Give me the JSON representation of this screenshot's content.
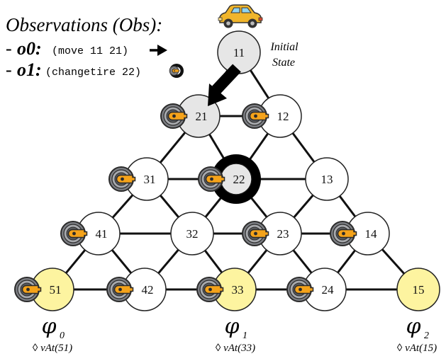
{
  "observations": {
    "title": "Observations (Obs):",
    "items": [
      {
        "dash": "-",
        "key": "o0:",
        "command": "(move 11 21)",
        "icon": "arrow-right-icon"
      },
      {
        "dash": "-",
        "key": "o1:",
        "command": "(changetire 22)",
        "icon": "spare-tire-icon"
      }
    ]
  },
  "initial_state": {
    "line1": "Initial",
    "line2": "State",
    "icon": "car-icon"
  },
  "nodes": [
    {
      "id": "11",
      "fill": "#e6e6e6",
      "tire": false
    },
    {
      "id": "21",
      "fill": "#e6e6e6",
      "tire": true
    },
    {
      "id": "12",
      "fill": "#ffffff",
      "tire": true
    },
    {
      "id": "31",
      "fill": "#ffffff",
      "tire": true
    },
    {
      "id": "22",
      "fill": "#e6e6e6",
      "tire": true,
      "highlight": true
    },
    {
      "id": "13",
      "fill": "#ffffff",
      "tire": false
    },
    {
      "id": "41",
      "fill": "#ffffff",
      "tire": true
    },
    {
      "id": "32",
      "fill": "#ffffff",
      "tire": false
    },
    {
      "id": "23",
      "fill": "#ffffff",
      "tire": true
    },
    {
      "id": "14",
      "fill": "#ffffff",
      "tire": true
    },
    {
      "id": "51",
      "fill": "#fdf4a0",
      "tire": true
    },
    {
      "id": "42",
      "fill": "#ffffff",
      "tire": true
    },
    {
      "id": "33",
      "fill": "#fdf4a0",
      "tire": true
    },
    {
      "id": "24",
      "fill": "#ffffff",
      "tire": true
    },
    {
      "id": "15",
      "fill": "#fdf4a0",
      "tire": false
    }
  ],
  "edges": [
    [
      "11",
      "21"
    ],
    [
      "11",
      "12"
    ],
    [
      "21",
      "12"
    ],
    [
      "21",
      "31"
    ],
    [
      "21",
      "22"
    ],
    [
      "12",
      "22"
    ],
    [
      "12",
      "13"
    ],
    [
      "31",
      "22"
    ],
    [
      "22",
      "13"
    ],
    [
      "31",
      "41"
    ],
    [
      "31",
      "32"
    ],
    [
      "22",
      "32"
    ],
    [
      "22",
      "23"
    ],
    [
      "13",
      "23"
    ],
    [
      "13",
      "14"
    ],
    [
      "41",
      "32"
    ],
    [
      "32",
      "23"
    ],
    [
      "23",
      "14"
    ],
    [
      "41",
      "51"
    ],
    [
      "41",
      "42"
    ],
    [
      "32",
      "42"
    ],
    [
      "32",
      "33"
    ],
    [
      "23",
      "33"
    ],
    [
      "23",
      "24"
    ],
    [
      "14",
      "24"
    ],
    [
      "14",
      "15"
    ],
    [
      "51",
      "42"
    ],
    [
      "42",
      "33"
    ],
    [
      "33",
      "24"
    ],
    [
      "24",
      "15"
    ]
  ],
  "goals": [
    {
      "sym": "φ",
      "sub": "0",
      "formula": "◊ vAt(51)"
    },
    {
      "sym": "φ",
      "sub": "1",
      "formula": "◊ vAt(33)"
    },
    {
      "sym": "φ",
      "sub": "2",
      "formula": "◊ vAt(15)"
    }
  ],
  "colors": {
    "goal_fill": "#fdf4a0",
    "visited_fill": "#e6e6e6",
    "node_fill": "#ffffff",
    "tire_gray": "#7d7f84",
    "tire_orange": "#f5a31a",
    "car_body": "#f0b52b"
  }
}
